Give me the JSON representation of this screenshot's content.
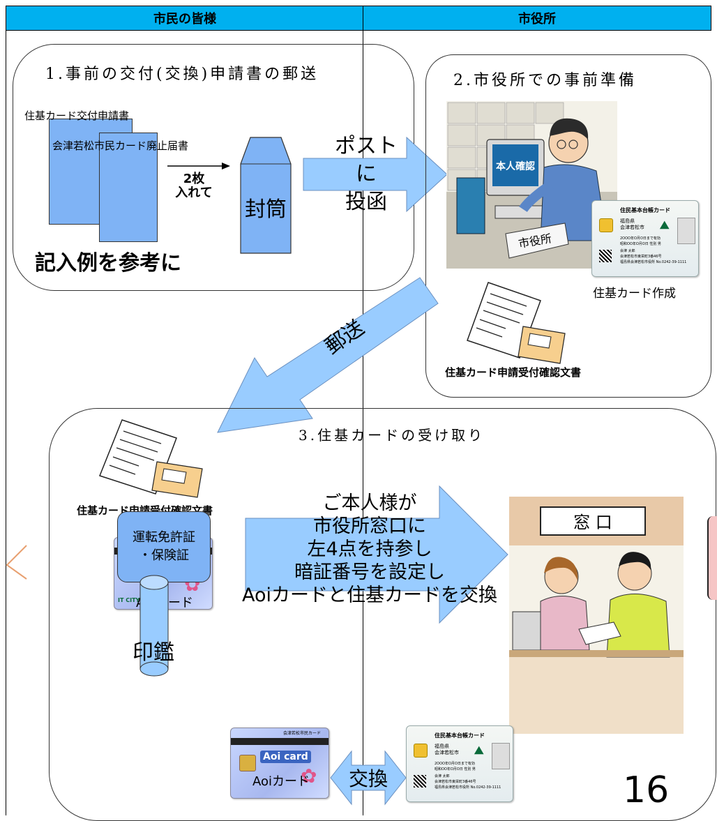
{
  "header": {
    "left_label": "市民の皆様",
    "right_label": "市役所"
  },
  "step1": {
    "title": "1.事前の交付(交換)申請書の郵送",
    "doc1": "住基カード交付申請書",
    "doc2": "会津若松市民カード廃止届書",
    "arrow_label": "2枚\n入れて",
    "envelope": "封筒",
    "note": "記入例を参考に"
  },
  "post_arrow": {
    "label": "ポスト\nに\n投函"
  },
  "step2": {
    "title": "2.市役所での事前準備",
    "monitor_text": "本人確認",
    "sign_text": "市役所",
    "card_created": "住基カード作成",
    "confirm_doc": "住基カード申請受付確認文書"
  },
  "mail_arrow": {
    "label": "郵送"
  },
  "step3": {
    "title": "3.住基カードの受け取り",
    "confirm_doc": "住基カード申請受付確認文書",
    "aoi_label": "Aoiカード",
    "license": "運転免許証\n・保険証",
    "seal": "印鑑",
    "counter_sign": "窓 口",
    "main_text": "ご本人様が\n市役所窓口に\n左4点を持参し\n暗証番号を設定し\nAoiカードと住基カードを交換",
    "exchange": "交換",
    "aoi_label2": "Aoiカード"
  },
  "juki_card": {
    "header": "住民基本台帳カード",
    "pref": "福島県",
    "city": "会津若松市",
    "line1": "2OOO年O月O日まで有効",
    "line2": "昭和OO年O月O日 性別 男",
    "name_line": "会津 太郎",
    "addr": "会津若松市東栄町3番46号",
    "issuer": "福島県会津若松市役所 No.0242-39-1111"
  },
  "aoi_card_face": {
    "brand": "Aoi card",
    "city": "IT CITY",
    "top": "会津若松市民カード"
  },
  "page_number": "16",
  "colors": {
    "header_bg": "#00b0ef",
    "arrow_fill": "#99ccff",
    "doc_fill": "#7fb3f5"
  }
}
